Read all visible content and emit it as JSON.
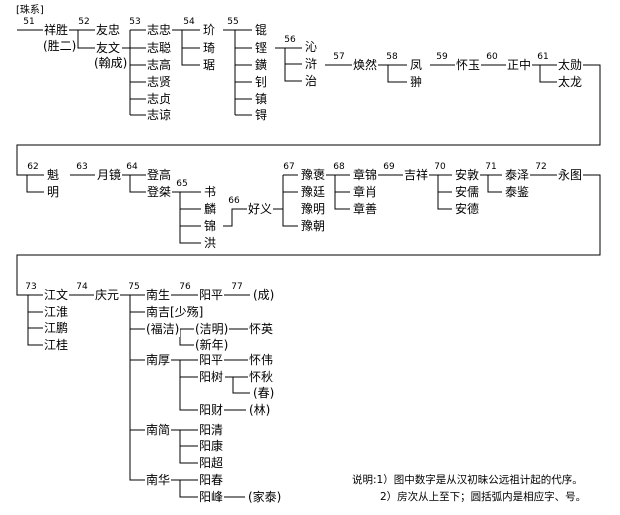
{
  "branch_label": "[珠系]",
  "generations": [
    "51",
    "52",
    "53",
    "54",
    "55",
    "56",
    "57",
    "58",
    "59",
    "60",
    "61",
    "62",
    "63",
    "64",
    "65",
    "66",
    "67",
    "68",
    "69",
    "70",
    "71",
    "72",
    "73",
    "74",
    "75",
    "76",
    "77"
  ],
  "nodes": [
    "祥胜",
    "(胜二)",
    "友忠",
    "友文",
    "(翰成)",
    "志忠",
    "志聪",
    "志高",
    "志贤",
    "志贞",
    "志谅",
    "玠",
    "琦",
    "琚",
    "锟",
    "铿",
    "鐄",
    "钊",
    "镇",
    "锝",
    "沁",
    "浒",
    "治",
    "焕然",
    "凤",
    "翀",
    "怀玉",
    "正中",
    "太勋",
    "太龙",
    "魁",
    "明",
    "月镜",
    "登高",
    "登桀",
    "书",
    "麟",
    "锦",
    "洪",
    "好义",
    "豫褒",
    "豫廷",
    "豫明",
    "豫朝",
    "章锦",
    "章肖",
    "章善",
    "吉祥",
    "安敦",
    "安儒",
    "安德",
    "泰泽",
    "泰鉴",
    "永图",
    "江文",
    "江淮",
    "江鹏",
    "江桂",
    "庆元",
    "南生",
    "南吉[少殇]",
    "(福洁)",
    "(洁明)",
    "(新年)",
    "怀英",
    "阳平",
    "(成)",
    "南厚",
    "阳平",
    "怀伟",
    "阳树",
    "怀秋",
    "(春)",
    "阳财",
    "(林)",
    "南简",
    "阳清",
    "阳康",
    "阳超",
    "南华",
    "阳春",
    "阳峰",
    "(家泰)"
  ],
  "notes": [
    "说明:1）图中数字是从汉初昧公远祖计起的代序。",
    "2）房次从上至下；圆括弧内是相应字、号。"
  ]
}
